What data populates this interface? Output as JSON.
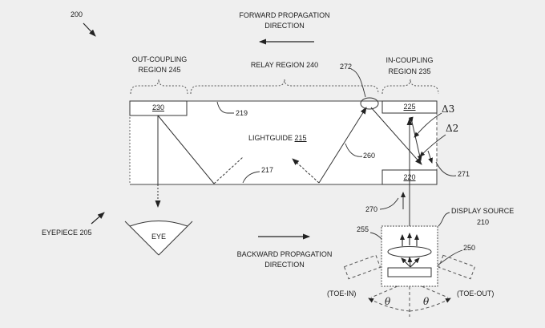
{
  "figure": {
    "fig_number": "200",
    "forward_line1": "FORWARD PROPAGATION",
    "forward_line2": "DIRECTION",
    "backward_line1": "BACKWARD PROPAGATION",
    "backward_line2": "DIRECTION",
    "regions": {
      "out_coupling_line1": "OUT-COUPLING",
      "out_coupling_line2": "REGION 245",
      "relay": "RELAY REGION 240",
      "in_coupling_line1": "IN-COUPLING",
      "in_coupling_line2": "REGION 235"
    },
    "lightguide_label": "LIGHTGUIDE",
    "lightguide_ref": "215",
    "gratings": {
      "out_grating": "230",
      "top_in_grating": "225",
      "bottom_in_grating": "220"
    },
    "refs": {
      "r219": "219",
      "r217": "217",
      "r260": "260",
      "r272": "272",
      "r271": "271",
      "r270": "270",
      "r255": "255",
      "r250": "250",
      "delta3": "Δ3",
      "delta2": "Δ2"
    },
    "eyepiece_label": "EYEPIECE 205",
    "eye_label": "EYE",
    "display_source_line1": "DISPLAY SOURCE",
    "display_source_line2": "210",
    "toe_in": "(TOE-IN)",
    "toe_out": "(TOE-OUT)",
    "theta": "θ",
    "colors": {
      "background": "#efefef",
      "line": "#333333",
      "fill": "#ffffff",
      "text": "#1c1c1c"
    }
  }
}
